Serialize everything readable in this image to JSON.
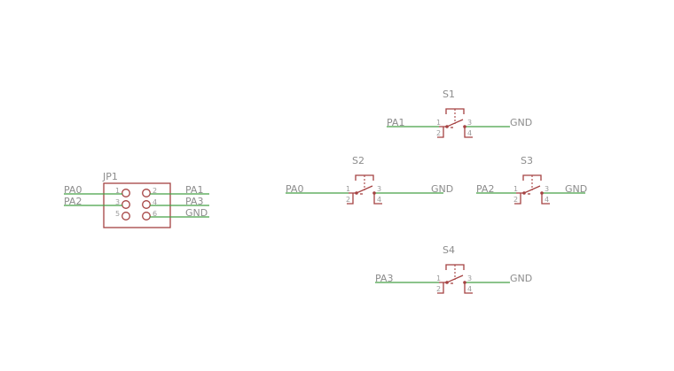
{
  "schematic": {
    "colors": {
      "net": "#46a046",
      "symbol": "#a54242",
      "label": "#8c8c8c"
    },
    "header": {
      "name": "JP1",
      "pins": [
        "1",
        "2",
        "3",
        "4",
        "5",
        "6"
      ],
      "nets_left": [
        "PA0",
        "PA2"
      ],
      "nets_right": [
        "PA1",
        "PA3",
        "GND"
      ]
    },
    "switches": [
      {
        "name": "S1",
        "net_left": "PA1",
        "net_right": "GND",
        "pins": [
          "1",
          "2",
          "3",
          "4"
        ]
      },
      {
        "name": "S2",
        "net_left": "PA0",
        "net_right": "GND",
        "pins": [
          "1",
          "2",
          "3",
          "4"
        ]
      },
      {
        "name": "S3",
        "net_left": "PA2",
        "net_right": "GND",
        "pins": [
          "1",
          "2",
          "3",
          "4"
        ]
      },
      {
        "name": "S4",
        "net_left": "PA3",
        "net_right": "GND",
        "pins": [
          "1",
          "2",
          "3",
          "4"
        ]
      }
    ]
  }
}
